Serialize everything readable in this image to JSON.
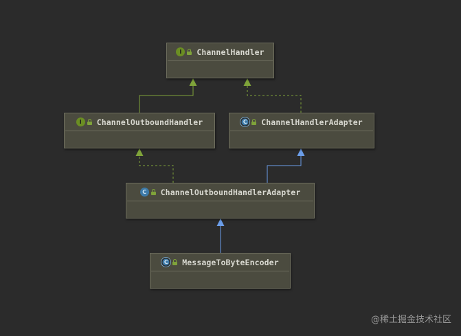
{
  "diagram": {
    "nodes": [
      {
        "id": "channel-handler",
        "name": "ChannelHandler",
        "kind": "interface",
        "kind_letter": "I"
      },
      {
        "id": "channel-outbound-handler",
        "name": "ChannelOutboundHandler",
        "kind": "interface",
        "kind_letter": "I"
      },
      {
        "id": "channel-handler-adapter",
        "name": "ChannelHandlerAdapter",
        "kind": "abstract",
        "kind_letter": "C"
      },
      {
        "id": "channel-outbound-handler-adapter",
        "name": "ChannelOutboundHandlerAdapter",
        "kind": "class",
        "kind_letter": "C"
      },
      {
        "id": "message-to-byte-encoder",
        "name": "MessageToByteEncoder",
        "kind": "abstract",
        "kind_letter": "C"
      }
    ],
    "edges": [
      {
        "from": "channel-outbound-handler",
        "to": "channel-handler",
        "relation": "extends"
      },
      {
        "from": "channel-handler-adapter",
        "to": "channel-handler",
        "relation": "implements"
      },
      {
        "from": "channel-outbound-handler-adapter",
        "to": "channel-outbound-handler",
        "relation": "implements"
      },
      {
        "from": "channel-outbound-handler-adapter",
        "to": "channel-handler-adapter",
        "relation": "extends-class"
      },
      {
        "from": "message-to-byte-encoder",
        "to": "channel-outbound-handler-adapter",
        "relation": "extends-class"
      }
    ],
    "colors": {
      "background": "#2b2b2b",
      "node_fill": "#4b4b3f",
      "node_border": "#6e6e5e",
      "interface_edge": "#7fa33a",
      "class_edge": "#6b9de8",
      "interface_badge": "#6b8e23",
      "class_badge": "#3d7aa8",
      "visibility_icon": "#7fa33a"
    }
  },
  "watermark": "@稀土掘金技术社区"
}
